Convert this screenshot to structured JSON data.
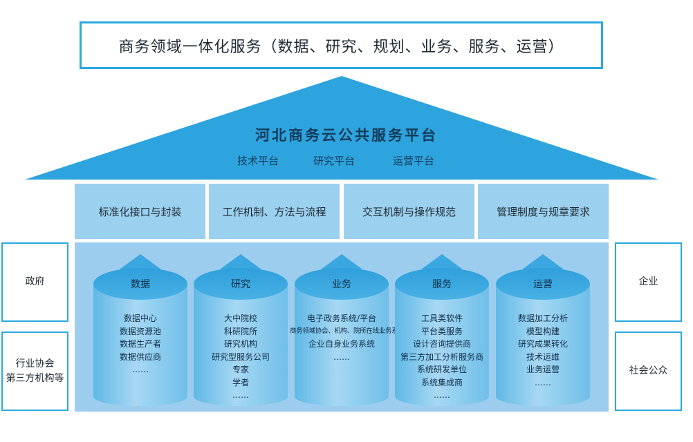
{
  "banner": {
    "text": "商务领域一体化服务（数据、研究、规划、业务、服务、运营）"
  },
  "roof": {
    "title": "河北商务云公共服务平台",
    "subs": [
      "技术平台",
      "研究平台",
      "运营平台"
    ]
  },
  "pillars": [
    "标准化接口与封装",
    "工作机制、方法与流程",
    "交互机制与操作规范",
    "管理制度与规章要求"
  ],
  "left_boxes": [
    {
      "lines": [
        "政府"
      ]
    },
    {
      "lines": [
        "行业协会",
        "第三方机构等"
      ]
    }
  ],
  "right_boxes": [
    {
      "lines": [
        "企业"
      ]
    },
    {
      "lines": [
        "社会公众"
      ]
    }
  ],
  "cylinders": [
    {
      "title": "数据",
      "items": [
        "数据中心",
        "数据资源池",
        "数据生产者",
        "数据供应商",
        "……"
      ]
    },
    {
      "title": "研究",
      "items": [
        "大中院校",
        "科研院所",
        "研究机构",
        "研究型服务公司",
        "专家",
        "学者",
        "……"
      ]
    },
    {
      "title": "业务",
      "items": [
        "电子政务系统/平台",
        "商务领域协会、机构、院所在线业务系统",
        "企业自身业务系统",
        "……"
      ]
    },
    {
      "title": "服务",
      "items": [
        "工具类软件",
        "平台类服务",
        "设计咨询提供商",
        "第三方加工分析服务商",
        "系统研发单位",
        "系统集成商",
        "……"
      ]
    },
    {
      "title": "运营",
      "items": [
        "数据加工分析",
        "模型构建",
        "研究成果转化",
        "技术运维",
        "业务运营",
        "……"
      ]
    }
  ],
  "colors": {
    "accent": "#2aa8e0",
    "roof": "#2ea4de",
    "pillar": "#9bd0ee",
    "base": "#9ccdee"
  }
}
